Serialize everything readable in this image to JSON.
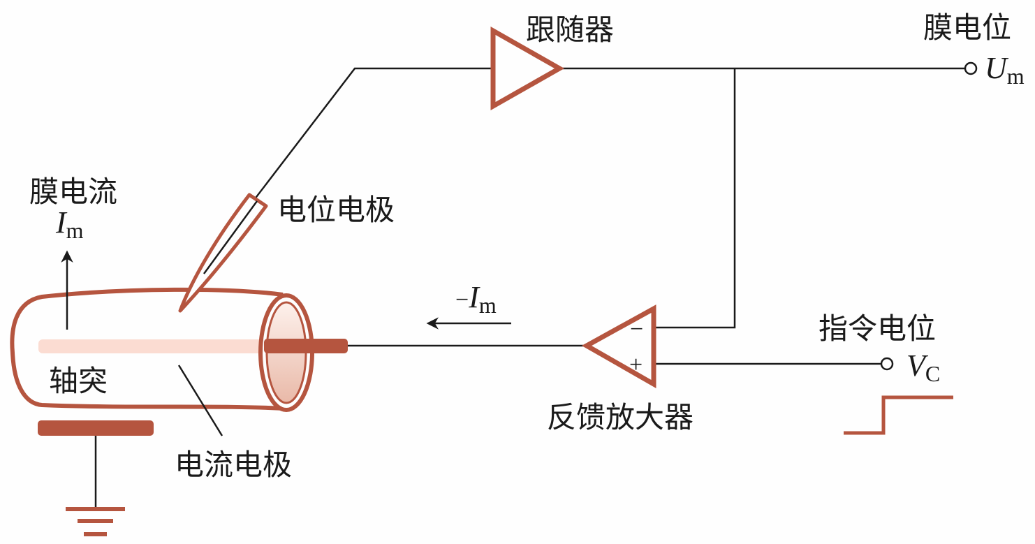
{
  "diagram": {
    "title": "电压钳实验装置示意图",
    "colors": {
      "component": "#b5553f",
      "axon_inner": "#fbdcd2",
      "axon_end_fill": "#eec5b8",
      "wire": "#1a1a1a"
    },
    "labels": {
      "follower": "跟随器",
      "membrane_potential": "膜电位",
      "um_symbol": "U",
      "um_sub": "m",
      "membrane_current": "膜电流",
      "im_symbol": "I",
      "im_sub": "m",
      "potential_electrode": "电位电极",
      "neg_im_prefix": "−",
      "neg_im_symbol": "I",
      "neg_im_sub": "m",
      "axon": "轴突",
      "current_electrode": "电流电极",
      "feedback_amplifier": "反馈放大器",
      "command_potential": "指令电位",
      "vc_symbol": "V",
      "vc_sub": "C",
      "minus_sign": "−",
      "plus_sign": "+"
    }
  }
}
